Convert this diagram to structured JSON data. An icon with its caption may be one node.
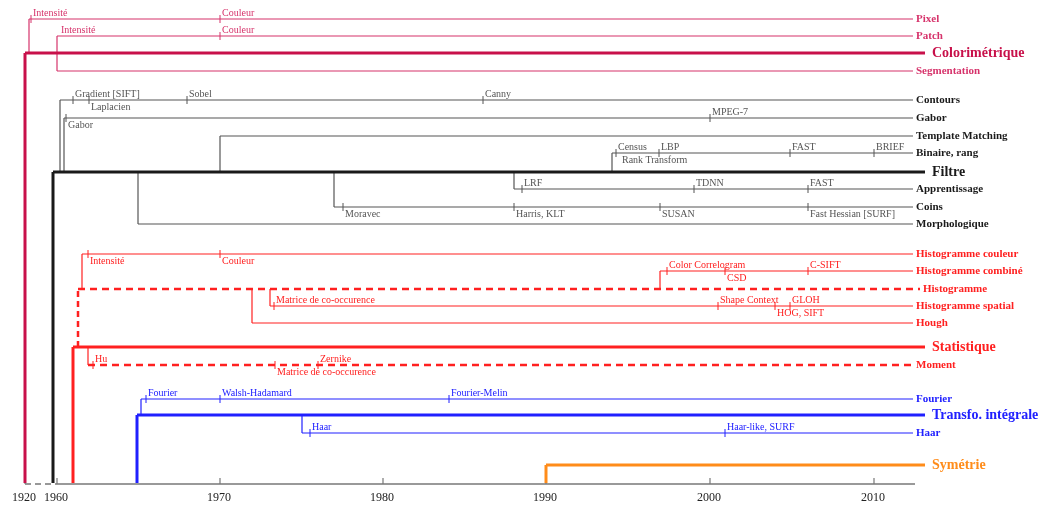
{
  "diagram": {
    "nodes": [
      {
        "text": [
          "Pixel",
          "Intensité",
          "Couleur"
        ]
      },
      {
        "text": [
          "Patch",
          "Intensité",
          "Couleur"
        ]
      },
      {
        "text": [
          "Colorimétrique"
        ]
      },
      {
        "text": [
          "Segmentation"
        ]
      },
      {
        "text": [
          "Contours",
          "Gradient [SIFT]",
          "Laplacien",
          "Sobel",
          "Canny"
        ]
      },
      {
        "text": [
          "Gabor",
          "Gabor",
          "MPEG-7"
        ]
      },
      {
        "text": [
          "Template Matching"
        ]
      },
      {
        "text": [
          "Binaire, rang",
          "Census",
          "Rank Transform",
          "LBP",
          "FAST",
          "BRIEF"
        ]
      },
      {
        "text": [
          "Filtre"
        ]
      },
      {
        "text": [
          "Apprentissage",
          "LRF",
          "TDNN",
          "FAST"
        ]
      },
      {
        "text": [
          "Coins",
          "Moravec",
          "Harris, KLT",
          "SUSAN",
          "Fast Hessian [SURF]"
        ]
      },
      {
        "text": [
          "Morphologique"
        ]
      },
      {
        "text": [
          "Histogramme couleur",
          "Intensité",
          "Couleur"
        ]
      },
      {
        "text": [
          "Histogramme combiné",
          "Color Correlogram",
          "CSD",
          "C-SIFT"
        ]
      },
      {
        "text": [
          "Histogramme"
        ]
      },
      {
        "text": [
          "Histogramme spatial",
          "Matrice de co-occurence",
          "Shape Context",
          "HOG, SIFT",
          "GLOH"
        ]
      },
      {
        "text": [
          "Hough"
        ]
      },
      {
        "text": [
          "Statistique"
        ]
      },
      {
        "text": [
          "Moment",
          "Hu",
          "Matrice de co-occurence",
          "Zernike"
        ]
      },
      {
        "text": [
          "Fourier",
          "Fourier",
          "Walsh-Hadamard",
          "Fourier-Melin"
        ]
      },
      {
        "text": [
          "Transfo. intégrale"
        ]
      },
      {
        "text": [
          "Haar",
          "Haar",
          "Haar-like, SURF"
        ]
      },
      {
        "text": [
          "Symétrie"
        ]
      }
    ],
    "edges": [
      {
        "from": 2,
        "to": 0,
        "arrow": "none",
        "color": "#d6336b"
      },
      {
        "from": 2,
        "to": 1,
        "arrow": "none",
        "color": "#d6336b"
      },
      {
        "from": 2,
        "to": 3,
        "arrow": "none",
        "color": "#d6336b"
      },
      {
        "from": 8,
        "to": 4,
        "arrow": "none"
      },
      {
        "from": 8,
        "to": 5,
        "arrow": "none"
      },
      {
        "from": 8,
        "to": 6,
        "arrow": "none"
      },
      {
        "from": 8,
        "to": 7,
        "arrow": "none"
      },
      {
        "from": 8,
        "to": 9,
        "arrow": "none"
      },
      {
        "from": 8,
        "to": 10,
        "arrow": "none"
      },
      {
        "from": 8,
        "to": 11,
        "arrow": "none"
      },
      {
        "from": 14,
        "to": 12,
        "arrow": "none",
        "color": "#ff2020"
      },
      {
        "from": 14,
        "to": 13,
        "arrow": "none",
        "color": "#ff2020"
      },
      {
        "from": 14,
        "to": 15,
        "arrow": "none",
        "color": "#ff2020"
      },
      {
        "from": 14,
        "to": 16,
        "arrow": "none",
        "color": "#ff2020"
      },
      {
        "from": 17,
        "to": 14,
        "arrow": "none",
        "style": "dashed",
        "color": "#ff2020"
      },
      {
        "from": 17,
        "to": 18,
        "arrow": "none",
        "color": "#ff2020"
      },
      {
        "from": 20,
        "to": 19,
        "arrow": "none",
        "color": "#2020ff"
      },
      {
        "from": 20,
        "to": 21,
        "arrow": "none",
        "color": "#2020ff"
      },
      {
        "from": null,
        "to": 2,
        "arrow": "none",
        "style": "thick",
        "color": "#c8104a"
      },
      {
        "from": null,
        "to": 8,
        "arrow": "none",
        "style": "thick",
        "color": "#1a1a1a"
      },
      {
        "from": null,
        "to": 17,
        "arrow": "none",
        "style": "thick",
        "color": "#ff2020"
      },
      {
        "from": null,
        "to": 20,
        "arrow": "none",
        "style": "thick",
        "color": "#2020ff"
      },
      {
        "from": null,
        "to": 22,
        "arrow": "none",
        "style": "thick",
        "color": "#ff8c1a"
      }
    ],
    "labels": [
      "1920",
      "1960",
      "1970",
      "1980",
      "1990",
      "2000",
      "2010"
    ]
  }
}
